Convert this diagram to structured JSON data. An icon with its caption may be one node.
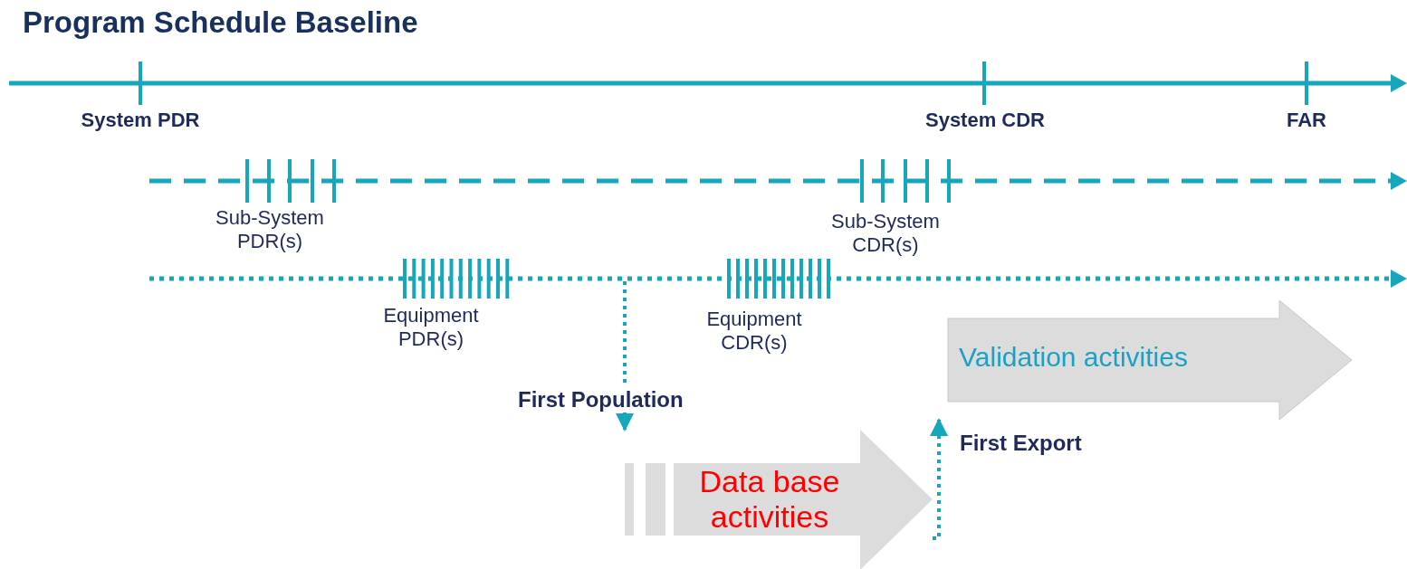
{
  "diagram": {
    "title": "Program Schedule Baseline",
    "nodes": [
      {
        "text": [
          "Data base activities"
        ]
      },
      {
        "text": [
          "Validation activities"
        ]
      }
    ],
    "edges": [
      {
        "from": null,
        "to": 0,
        "arrow": "to",
        "label": "First Population",
        "style": "dashed"
      },
      {
        "from": 0,
        "to": 1,
        "arrow": "to",
        "label": "First Export",
        "style": "dashed"
      }
    ],
    "labels": [
      "System PDR",
      "System CDR",
      "FAR",
      "Sub-System PDR(s)",
      "Sub-System CDR(s)",
      "Equipment PDR(s)",
      "Equipment CDR(s)"
    ]
  }
}
